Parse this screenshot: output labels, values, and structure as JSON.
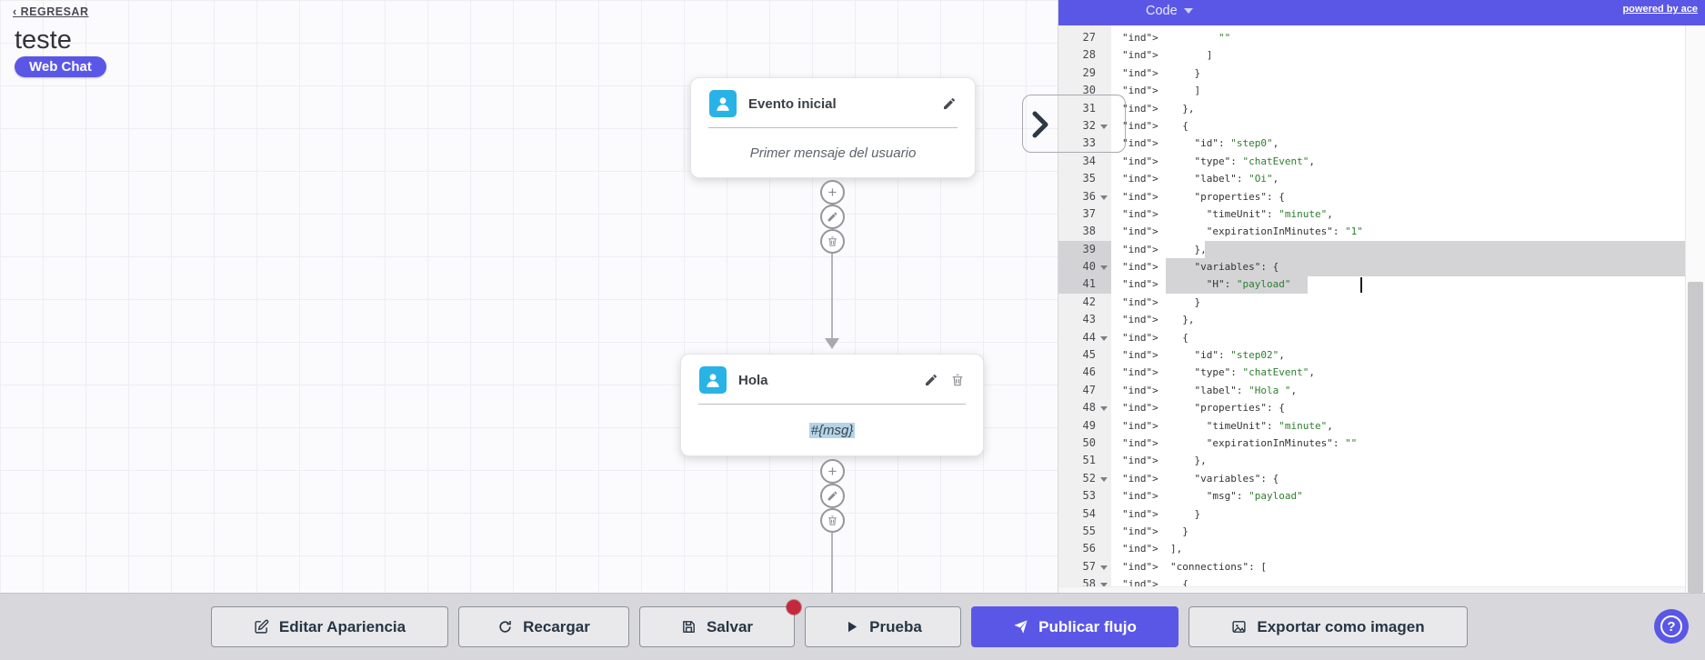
{
  "page": {
    "back_link": "‹ REGRESAR",
    "flow_title": "teste",
    "channel_badge": "Web Chat"
  },
  "flow": {
    "start_node": {
      "title": "Evento inicial",
      "description": "Primer mensaje del usuario"
    },
    "message_node": {
      "title": "Hola",
      "body": "#{msg}"
    }
  },
  "code_panel": {
    "mode_selector": "Code",
    "powered_by": "powered by ace",
    "lines": [
      {
        "num": 27,
        "text": "          \"\""
      },
      {
        "num": 28,
        "text": "        ]"
      },
      {
        "num": 29,
        "text": "      }"
      },
      {
        "num": 30,
        "text": "      ]"
      },
      {
        "num": 31,
        "text": "    },"
      },
      {
        "num": 32,
        "text": "    {",
        "fold": true
      },
      {
        "num": 33,
        "text": "      \"id\": \"step0\","
      },
      {
        "num": 34,
        "text": "      \"type\": \"chatEvent\","
      },
      {
        "num": 35,
        "text": "      \"label\": \"Oi\","
      },
      {
        "num": 36,
        "text": "      \"properties\": {",
        "fold": true
      },
      {
        "num": 37,
        "text": "        \"timeUnit\": \"minute\","
      },
      {
        "num": 38,
        "text": "        \"expirationInMinutes\": \"1\""
      },
      {
        "num": 39,
        "text": "      },",
        "selected": true
      },
      {
        "num": 40,
        "text": "      \"variables\": {",
        "fold": true,
        "selected": true
      },
      {
        "num": 41,
        "text": "        \"H\": \"payload\"",
        "selected": true
      },
      {
        "num": 42,
        "text": "      }"
      },
      {
        "num": 43,
        "text": "    },"
      },
      {
        "num": 44,
        "text": "    {",
        "fold": true
      },
      {
        "num": 45,
        "text": "      \"id\": \"step02\","
      },
      {
        "num": 46,
        "text": "      \"type\": \"chatEvent\","
      },
      {
        "num": 47,
        "text": "      \"label\": \"Hola \","
      },
      {
        "num": 48,
        "text": "      \"properties\": {",
        "fold": true
      },
      {
        "num": 49,
        "text": "        \"timeUnit\": \"minute\","
      },
      {
        "num": 50,
        "text": "        \"expirationInMinutes\": \"\""
      },
      {
        "num": 51,
        "text": "      },"
      },
      {
        "num": 52,
        "text": "      \"variables\": {",
        "fold": true
      },
      {
        "num": 53,
        "text": "        \"msg\": \"payload\""
      },
      {
        "num": 54,
        "text": "      }"
      },
      {
        "num": 55,
        "text": "    }"
      },
      {
        "num": 56,
        "text": "  ],"
      },
      {
        "num": 57,
        "text": "  \"connections\": [",
        "fold": true
      },
      {
        "num": 58,
        "text": "    {",
        "fold": true
      }
    ]
  },
  "toolbar": {
    "edit_appearance": "Editar Apariencia",
    "reload": "Recargar",
    "save": "Salvar",
    "test": "Prueba",
    "publish": "Publicar flujo",
    "export_image": "Exportar como imagen"
  },
  "help_label": "?",
  "colors": {
    "accent": "#5b57e6",
    "node_icon_bg": "#29b2e6",
    "save_alert_badge": "#c4283a",
    "code_string_value": "#2e7d2e",
    "selection_gray": "#d4d4d6"
  }
}
